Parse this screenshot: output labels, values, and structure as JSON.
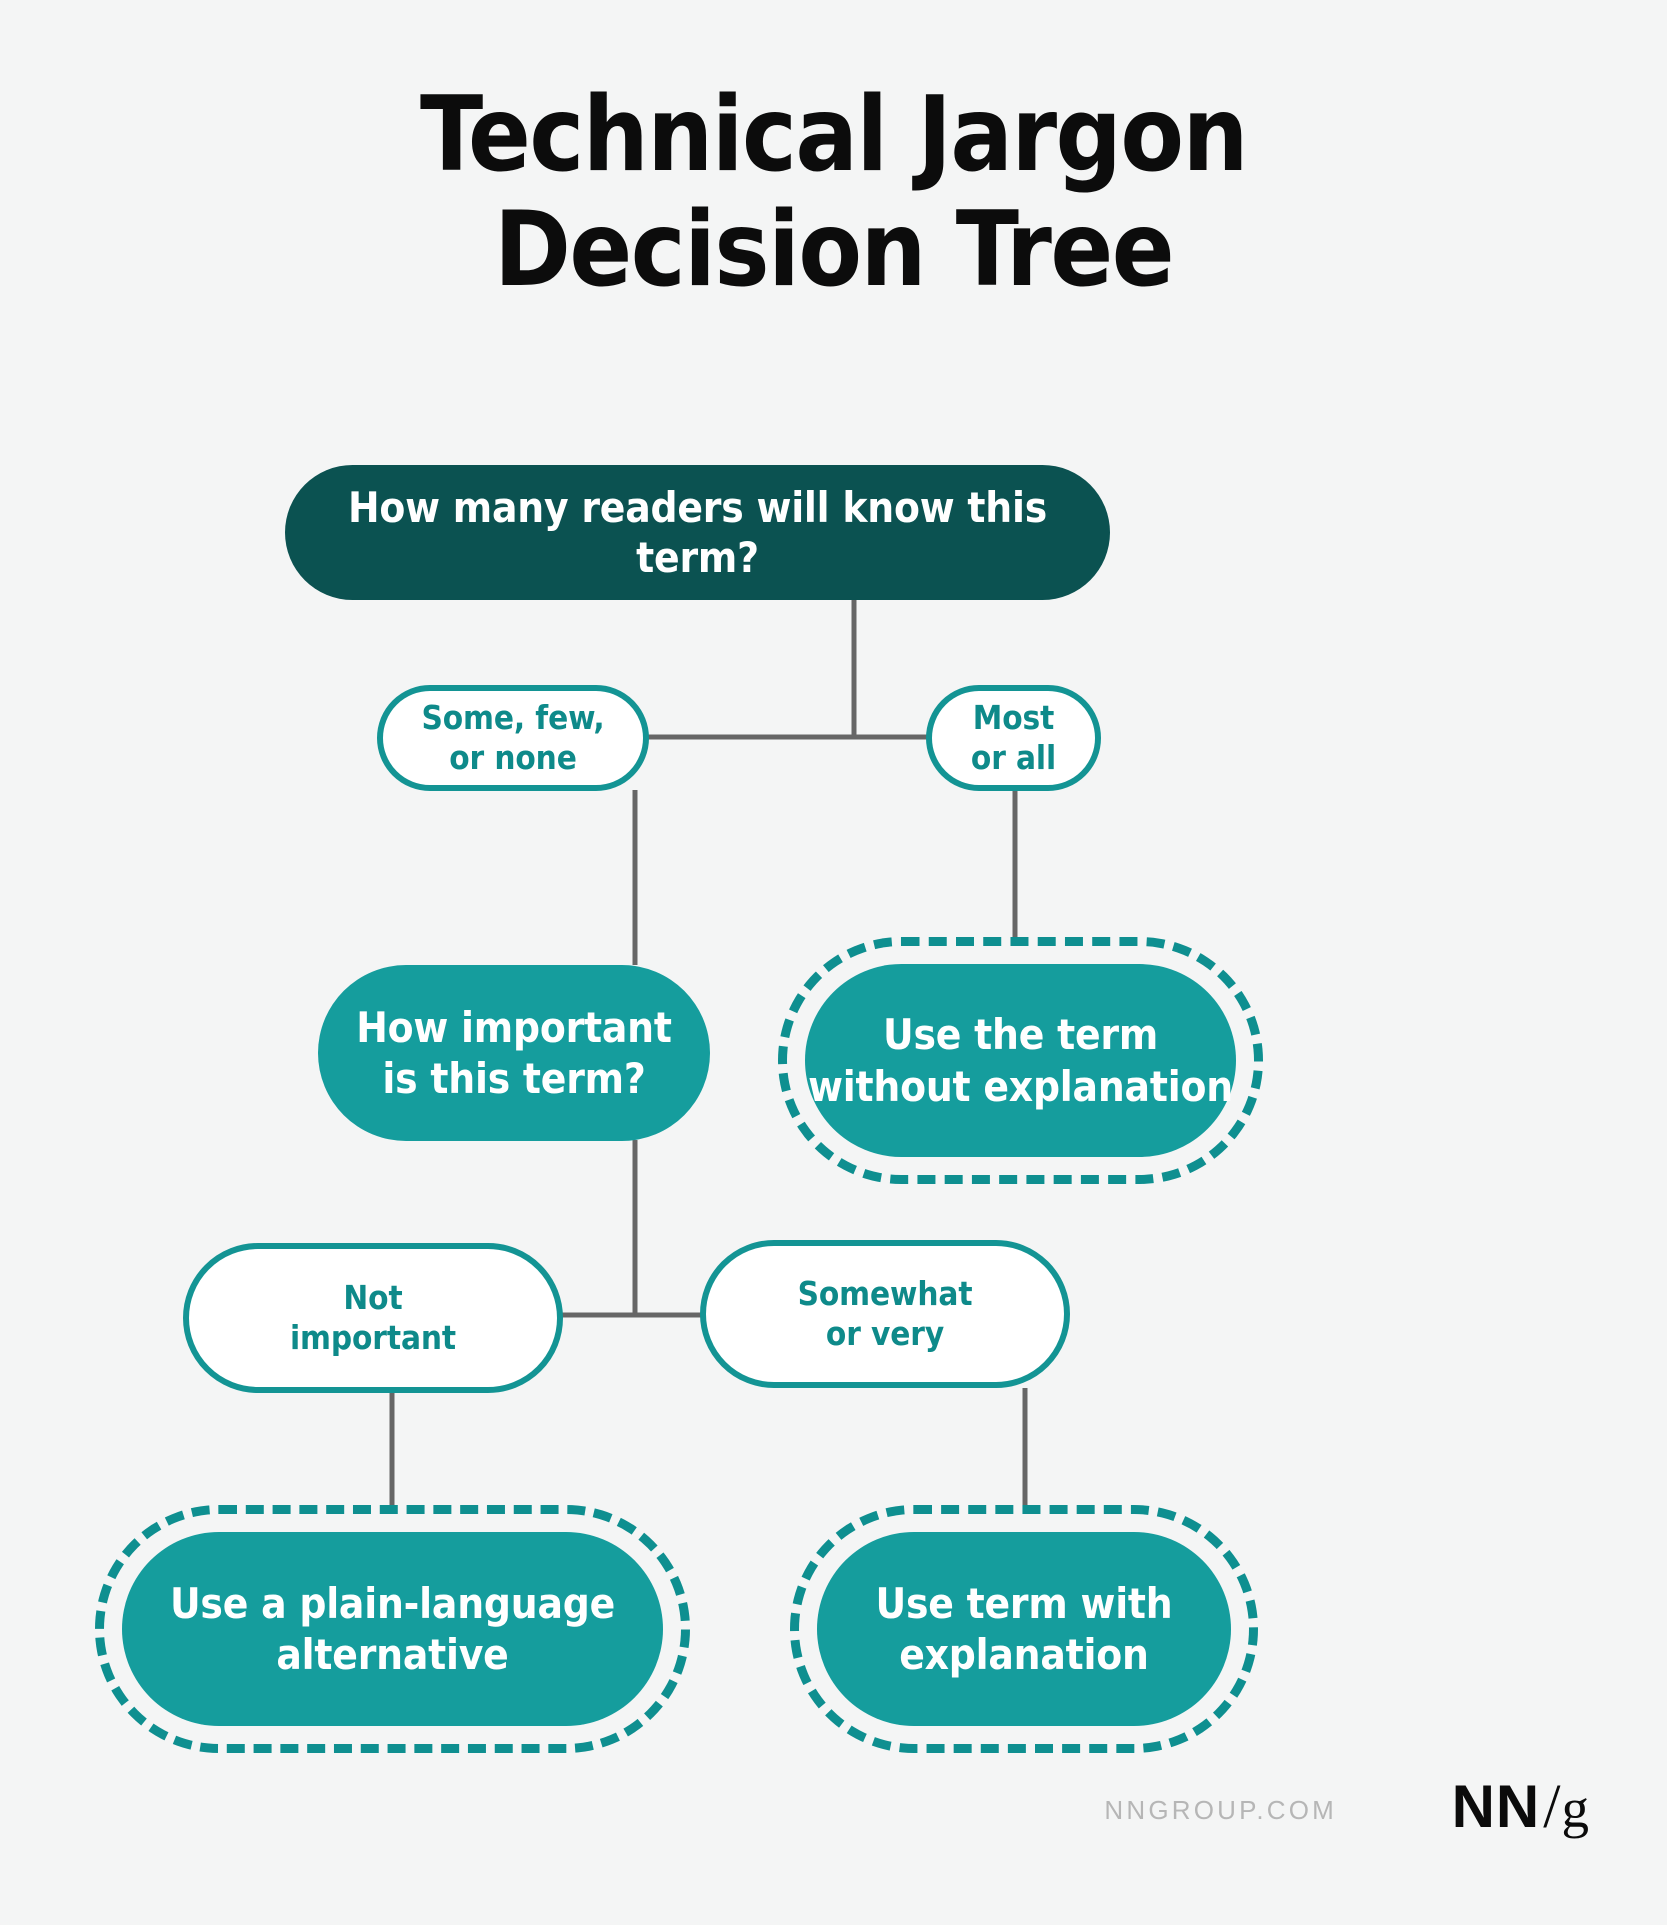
{
  "page": {
    "background_color": "#F4F5F5",
    "title_line1": "Technical Jargon",
    "title_line2": "Decision Tree"
  },
  "colors": {
    "dark_teal": "#0B5251",
    "teal": "#159D9D",
    "teal_stroke": "#139494",
    "teal_text": "#0E8A8A",
    "connector_gray": "#666666",
    "footer_gray": "#B6B6B6"
  },
  "chart_data": {
    "type": "diagram",
    "title": "Technical Jargon Decision Tree",
    "nodes": [
      {
        "id": "root",
        "kind": "root",
        "text": "How many readers will know this term?"
      },
      {
        "id": "some_few",
        "kind": "branch",
        "line1": "Some, few,",
        "line2": "or none"
      },
      {
        "id": "most_all",
        "kind": "branch",
        "line1": "Most",
        "line2": "or all"
      },
      {
        "id": "importance",
        "kind": "process",
        "line1": "How important",
        "line2": "is this term?"
      },
      {
        "id": "use_plain",
        "kind": "terminal",
        "line1": "Use the term",
        "line2": "without explanation"
      },
      {
        "id": "not_imp",
        "kind": "branch",
        "line1": "Not",
        "line2": "important"
      },
      {
        "id": "somewhat",
        "kind": "branch",
        "line1": "Somewhat",
        "line2": "or very"
      },
      {
        "id": "alternative",
        "kind": "terminal",
        "line1": "Use a plain-language",
        "line2": "alternative"
      },
      {
        "id": "with_expl",
        "kind": "terminal",
        "line1": "Use term with",
        "line2": "explanation"
      }
    ],
    "edges": [
      {
        "from": "root",
        "to": "some_few"
      },
      {
        "from": "root",
        "to": "most_all"
      },
      {
        "from": "some_few",
        "to": "importance"
      },
      {
        "from": "most_all",
        "to": "use_plain"
      },
      {
        "from": "importance",
        "to": "not_imp"
      },
      {
        "from": "importance",
        "to": "somewhat"
      },
      {
        "from": "not_imp",
        "to": "alternative"
      },
      {
        "from": "somewhat",
        "to": "with_expl"
      }
    ]
  },
  "footer": {
    "url": "NNGROUP.COM",
    "logo_nn": "NN",
    "logo_slash": "/",
    "logo_g": "g"
  }
}
